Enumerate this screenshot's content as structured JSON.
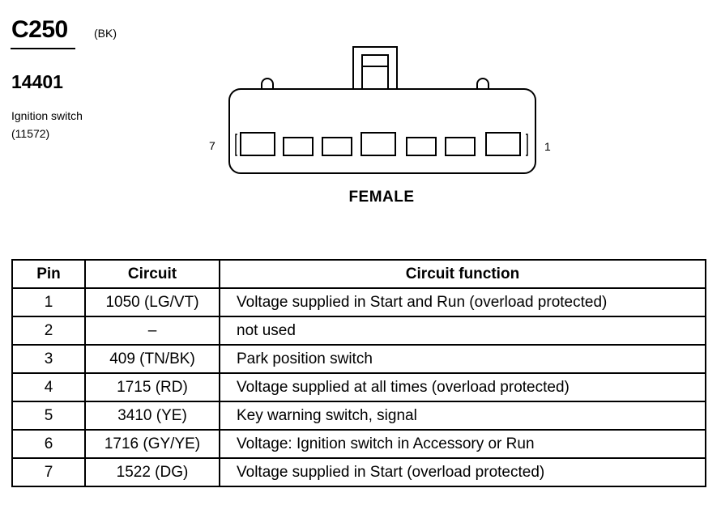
{
  "header": {
    "connector_id": "C250",
    "connector_color": "(BK)",
    "part_number": "14401",
    "component_name": "Ignition switch",
    "component_ref": "(11572)"
  },
  "connector": {
    "left_pin_label": "7",
    "right_pin_label": "1",
    "gender": "FEMALE"
  },
  "table": {
    "headers": {
      "pin": "Pin",
      "circuit": "Circuit",
      "function": "Circuit function"
    },
    "rows": [
      {
        "pin": "1",
        "circuit": "1050 (LG/VT)",
        "function": "Voltage supplied in Start and Run (overload protected)"
      },
      {
        "pin": "2",
        "circuit": "–",
        "function": "not used"
      },
      {
        "pin": "3",
        "circuit": "409 (TN/BK)",
        "function": "Park position switch"
      },
      {
        "pin": "4",
        "circuit": "1715 (RD)",
        "function": "Voltage supplied at all times (overload protected)"
      },
      {
        "pin": "5",
        "circuit": "3410 (YE)",
        "function": "Key warning switch, signal"
      },
      {
        "pin": "6",
        "circuit": "1716 (GY/YE)",
        "function": "Voltage: Ignition switch in Accessory or Run"
      },
      {
        "pin": "7",
        "circuit": "1522 (DG)",
        "function": "Voltage supplied in Start (overload protected)"
      }
    ]
  }
}
